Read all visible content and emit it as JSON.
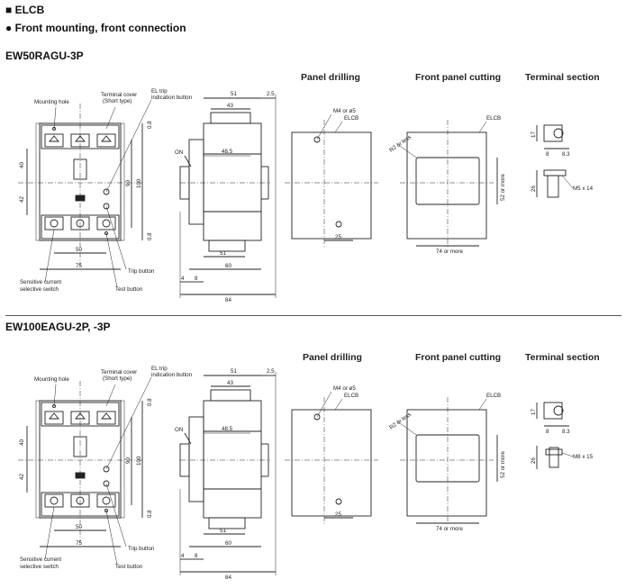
{
  "header": {
    "title": "■ ELCB",
    "subtitle": "● Front mounting, front connection"
  },
  "sections": [
    {
      "model": "EW50RAGU-3P",
      "views": {
        "panel_drilling": "Panel drilling",
        "front_panel_cutting": "Front panel cutting",
        "terminal_section": "Terminal section"
      },
      "labels": {
        "mounting_hole": "Mounting hole",
        "terminal_cover": "Terminal cover",
        "short_type": "(Short type)",
        "el_trip_1": "EL trip",
        "el_trip_2": "indication button",
        "on": "ON",
        "trip_button": "Trip button",
        "test_button": "Test button",
        "sensitive_1": "Sensitive current",
        "sensitive_2": "selective switch",
        "m4_or_d5": "M4 or ø5",
        "elcb": "ELCB",
        "r2_or_less": "R2 or less",
        "seventy_four_or_more": "74 or more",
        "fifty_two_or_more": "52 or more",
        "screw": "M5 x 14"
      },
      "dims": {
        "d40": "40",
        "d42": "42",
        "d50": "50",
        "d75": "75",
        "d90": "90",
        "d100": "100",
        "d0_8a": "0.8",
        "d0_8b": "0.8",
        "d51": "51",
        "d2_5": "2.5",
        "d43": "43",
        "d48_5": "48.5",
        "d51b": "51",
        "d60": "60",
        "d4": "4",
        "d8": "8",
        "d84": "84",
        "d25": "25",
        "d17": "17",
        "d8t": "8",
        "d8_3": "8.3",
        "d26": "26"
      }
    },
    {
      "model": "EW100EAGU-2P, -3P",
      "views": {
        "panel_drilling": "Panel drilling",
        "front_panel_cutting": "Front panel cutting",
        "terminal_section": "Terminal section"
      },
      "labels": {
        "mounting_hole": "Mounting hole",
        "terminal_cover": "Terminal cover",
        "short_type": "(Short type)",
        "el_trip_1": "EL trip",
        "el_trip_2": "indication button",
        "on": "ON",
        "trip_button": "Trip button",
        "test_button": "Test button",
        "sensitive_1": "Sensitive current",
        "sensitive_2": "selective switch",
        "m4_or_d5": "M4 or ø5",
        "elcb": "ELCB",
        "r2_or_less": "R2 or less",
        "seventy_four_or_more": "74 or more",
        "fifty_two_or_more": "52 or more",
        "screw": "M8 x 15"
      },
      "dims": {
        "d40": "40",
        "d42": "42",
        "d50": "50",
        "d75": "75",
        "d90": "90",
        "d100": "100",
        "d0_8a": "0.8",
        "d0_8b": "0.8",
        "d51": "51",
        "d2_5": "2.5",
        "d43": "43",
        "d48_5": "48.5",
        "d51b": "51",
        "d60": "60",
        "d4": "4",
        "d8": "8",
        "d84": "84",
        "d25": "25",
        "d17": "17",
        "d8t": "8",
        "d8_3": "8.3",
        "d26": "26"
      }
    }
  ]
}
